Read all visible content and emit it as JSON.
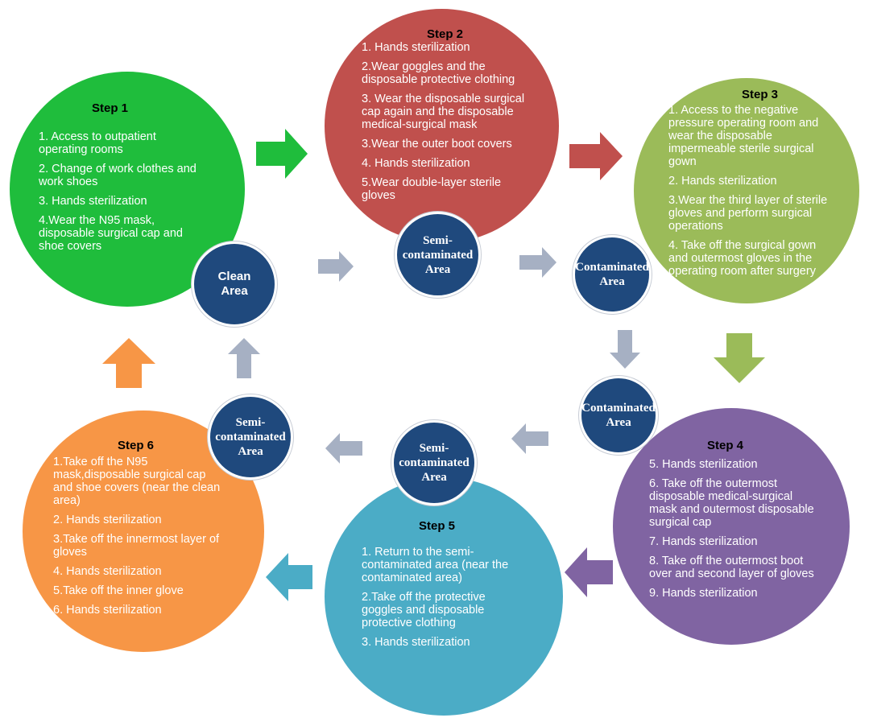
{
  "colors": {
    "step1": "#1fbd3c",
    "step2": "#c0504d",
    "step3": "#9bbb59",
    "step4": "#8064a2",
    "step5": "#4bacc6",
    "step6": "#f79646",
    "area": "#1f497d",
    "gray_arrow": "#a6b0c3"
  },
  "steps": [
    {
      "title": "Step 1",
      "items": [
        "1. Access to outpatient operating rooms",
        "2. Change of work clothes and work shoes",
        "3. Hands sterilization",
        "4.Wear  the N95 mask, disposable surgical cap and shoe covers"
      ]
    },
    {
      "title": "Step 2",
      "items": [
        "1. Hands sterilization",
        "2.Wear goggles and the disposable protective clothing",
        "3. Wear the disposable surgical cap again and the disposable medical-surgical mask",
        "3.Wear the outer boot covers",
        "4. Hands sterilization",
        "5.Wear double-layer sterile gloves"
      ]
    },
    {
      "title": "Step 3",
      "items": [
        "1. Access to  the negative pressure operating room and wear the disposable impermeable sterile surgical gown",
        "2. Hands sterilization",
        "3.Wear the third layer of sterile  gloves and perform surgical operations",
        "4. Take off the surgical gown and outermost gloves in the operating room after surgery"
      ]
    },
    {
      "title": "Step 4",
      "items": [
        "5. Hands sterilization",
        "6. Take off the outermost disposable medical-surgical mask and outermost disposable surgical cap",
        "7. Hands sterilization",
        "8. Take off the outermost boot over and second layer of gloves",
        "9. Hands sterilization"
      ]
    },
    {
      "title": "Step 5",
      "items": [
        "1. Return to the semi-contaminated area (near the contaminated area)",
        "2.Take off the protective goggles and disposable protective clothing",
        "3. Hands sterilization"
      ]
    },
    {
      "title": "Step 6",
      "items": [
        "1.Take off the N95 mask,disposable surgical cap and shoe covers (near the clean area)",
        "2. Hands sterilization",
        "3.Take off the innermost layer of gloves",
        "4. Hands sterilization",
        "5.Take off  the inner glove",
        "6. Hands sterilization"
      ]
    }
  ],
  "areas": [
    {
      "label": "Clean Area"
    },
    {
      "label": "Semi-contaminated Area"
    },
    {
      "label": "Contaminated Area"
    },
    {
      "label": "Contaminated Area"
    },
    {
      "label": "Semi-contaminated Area"
    },
    {
      "label": "Semi-contaminated Area"
    }
  ]
}
